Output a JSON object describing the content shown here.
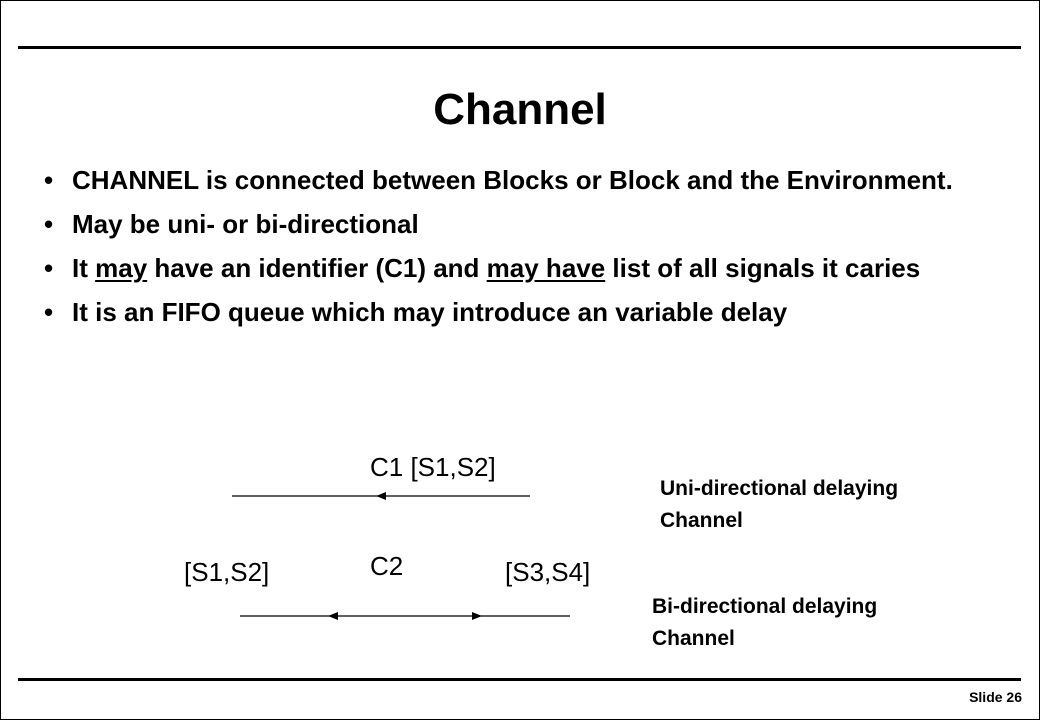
{
  "slide": {
    "title": "Channel",
    "bullets": [
      {
        "text": "CHANNEL is connected between Blocks or Block and the Environment."
      },
      {
        "text": "May be uni- or bi-directional"
      },
      {
        "t1": "It ",
        "u1": "may",
        "t2": " have an identifier (C1) and ",
        "u2": "may have",
        "t3": " list of all signals it caries"
      },
      {
        "text": "It is an FIFO queue which may introduce an variable delay"
      }
    ],
    "bullet_glyph": "•",
    "diagram": {
      "uni_label": "C1 [S1,S2]",
      "uni_desc_line1": "Uni-directional delaying",
      "uni_desc_line2": "Channel",
      "bi_left_label": "[S1,S2]",
      "bi_mid_label": "C2",
      "bi_right_label": "[S3,S4]",
      "bi_desc_line1": "Bi-directional delaying",
      "bi_desc_line2": "Channel"
    },
    "footer": {
      "slide_number": "Slide 26"
    }
  }
}
